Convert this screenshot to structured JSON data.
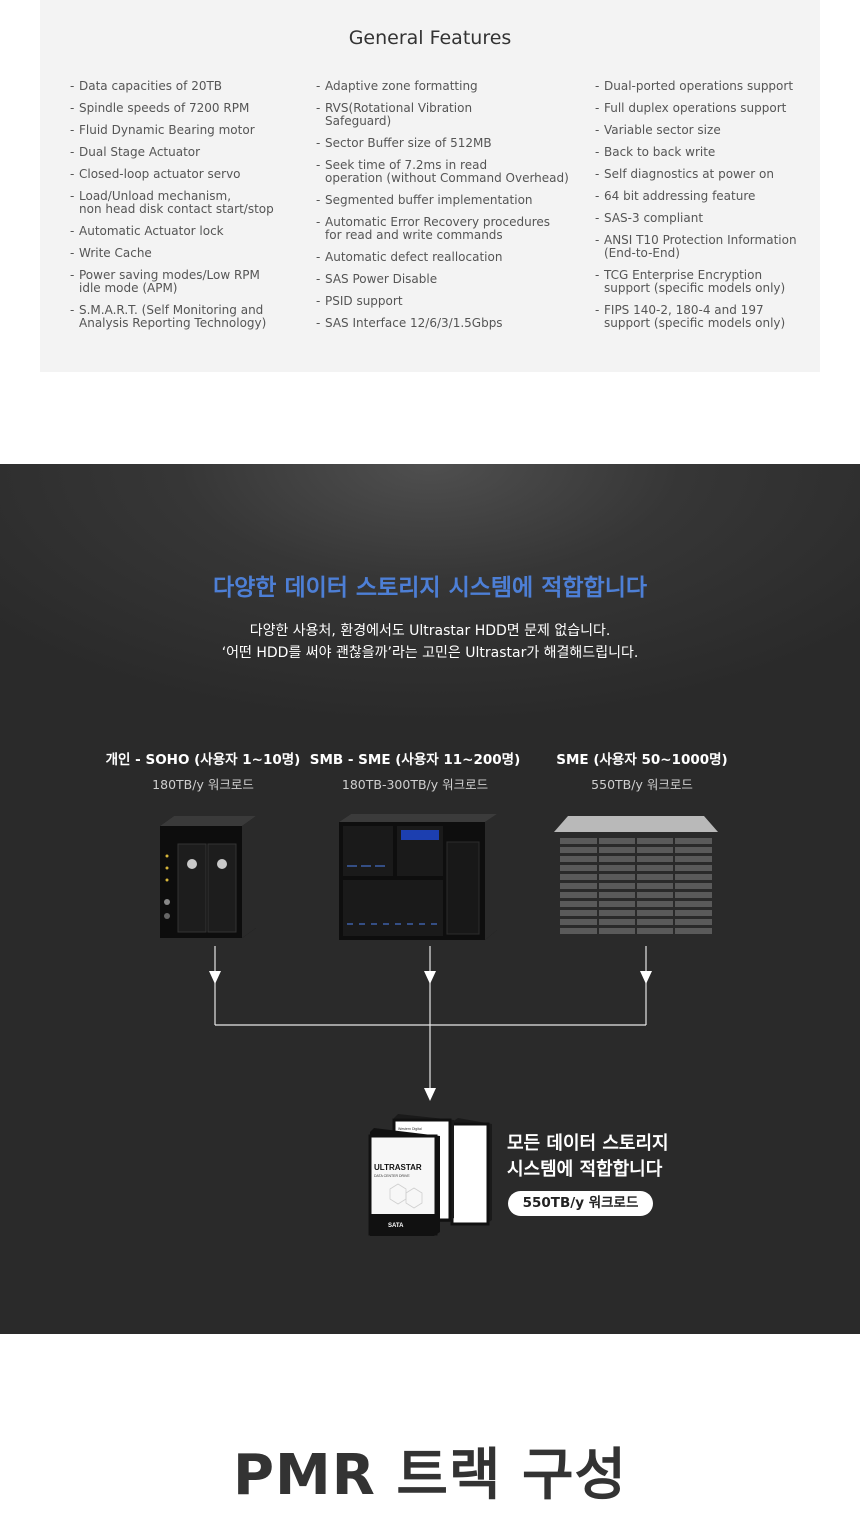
{
  "features": {
    "title": "General Features",
    "columns": [
      [
        "Data capacities of 20TB",
        "Spindle speeds of 7200 RPM",
        "Fluid Dynamic Bearing motor",
        "Dual Stage Actuator",
        "Closed-loop actuator servo",
        "Load/Unload mechanism,\nnon head disk contact start/stop",
        "Automatic Actuator lock",
        "Write Cache",
        "Power saving modes/Low RPM\nidle mode (APM)",
        "S.M.A.R.T. (Self Monitoring and\nAnalysis Reporting Technology)"
      ],
      [
        "Adaptive zone formatting",
        "RVS(Rotational Vibration\nSafeguard)",
        "Sector Buffer size of 512MB",
        "Seek time of 7.2ms in read\noperation (without Command Overhead)",
        "Segmented buffer implementation",
        "Automatic Error Recovery procedures\nfor read and write commands",
        "Automatic defect reallocation",
        "SAS Power Disable",
        "PSID support",
        "SAS Interface 12/6/3/1.5Gbps"
      ],
      [
        "Dual-ported operations support",
        "Full duplex operations support",
        "Variable sector size",
        "Back to back write",
        "Self diagnostics at power on",
        "64 bit addressing feature",
        "SAS-3 compliant",
        "ANSI T10 Protection Information\n(End-to-End)",
        "TCG Enterprise Encryption\nsupport (specific models only)",
        "FIPS 140-2, 180-4 and 197\nsupport (specific models only)"
      ]
    ]
  },
  "storage": {
    "headline": "다양한 데이터 스토리지 시스템에 적합합니다",
    "sub_line1": "다양한 사용처, 환경에서도 Ultrastar HDD면 문제 없습니다.",
    "sub_line2": "‘어떤 HDD를 써야 괜찮을까’라는 고민은 Ultrastar가 해결해드립니다.",
    "segments": [
      {
        "title": "개인 - SOHO (사용자 1~10명)",
        "workload": "180TB/y 워크로드"
      },
      {
        "title": "SMB - SME (사용자 11~200명)",
        "workload": "180TB-300TB/y 워크로드"
      },
      {
        "title": "SME (사용자 50~1000명)",
        "workload": "550TB/y 워크로드"
      }
    ],
    "result_line1": "모든 데이터 스토리지",
    "result_line2": "시스템에 적합합니다",
    "result_pill": "550TB/y 워크로드",
    "drive_brand": "ULTRASTAR",
    "drive_sub": "DATA CENTER DRIVE",
    "drive_type": "SATA",
    "drive_maker": "Western Digital"
  },
  "pmr_title": "PMR 트랙 구성",
  "colors": {
    "accent": "#4d7fd6",
    "dark_bg": "#2e2e2e",
    "features_bg": "#f3f3f3"
  }
}
